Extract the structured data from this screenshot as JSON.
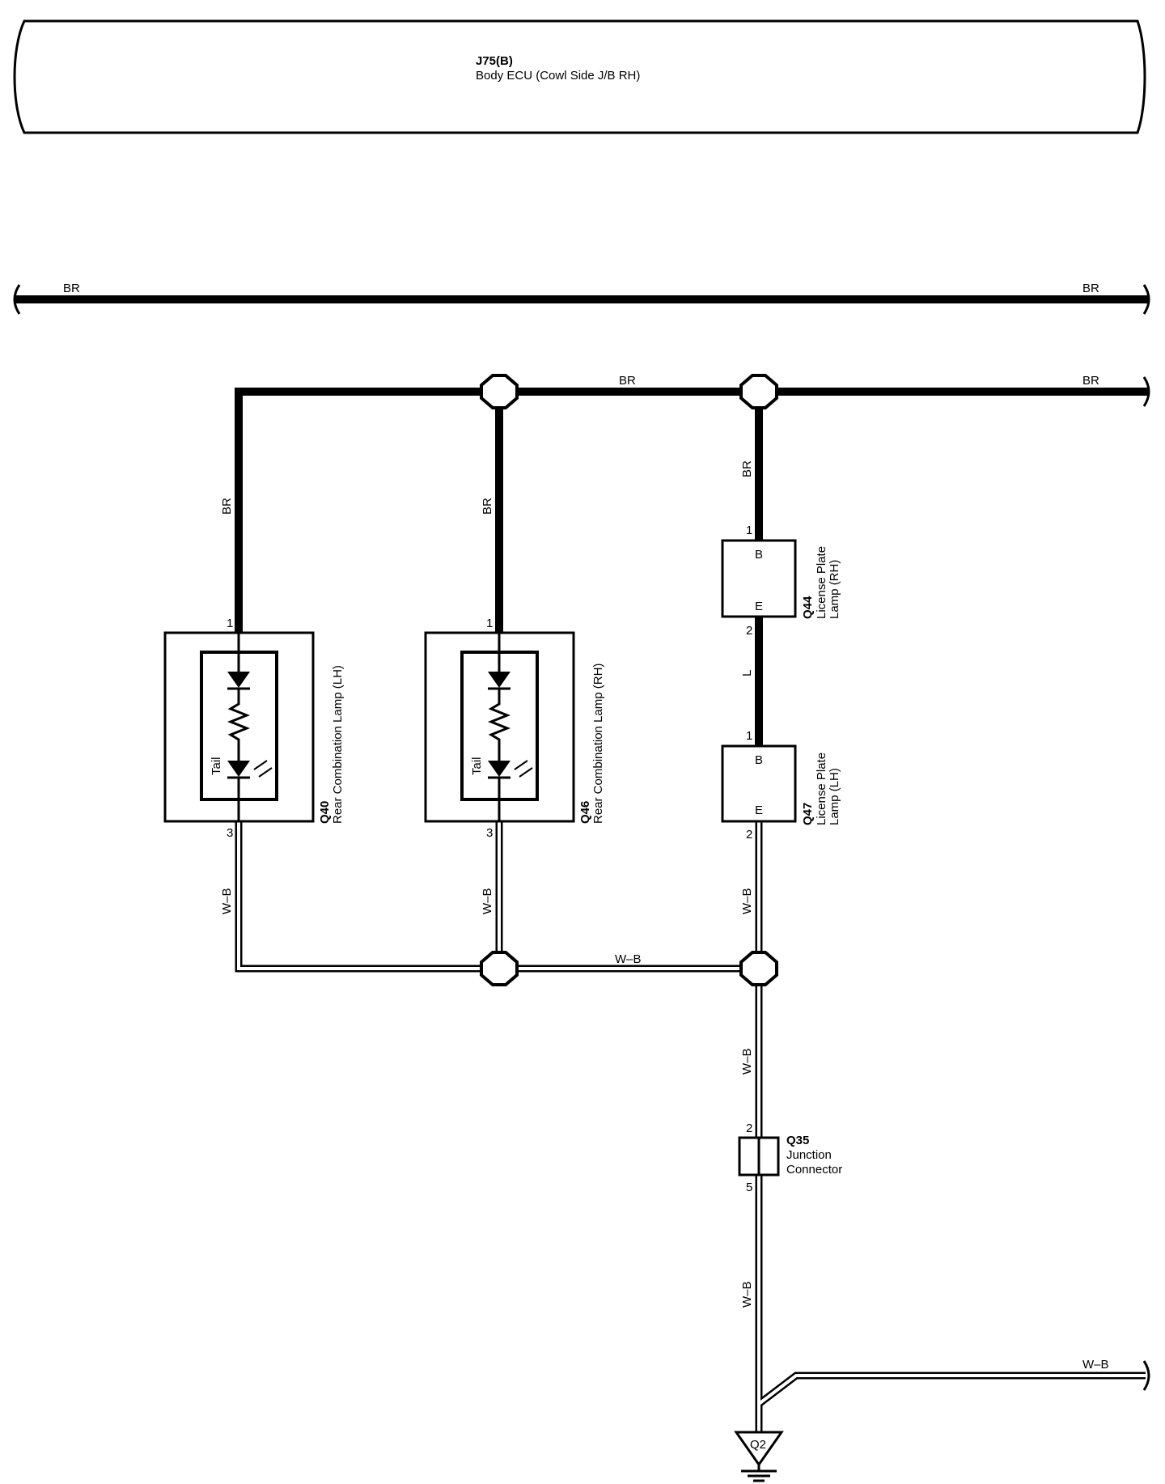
{
  "ecu": {
    "code": "J75(B)",
    "name": "Body ECU (Cowl Side J/B RH)"
  },
  "wire_colors": {
    "br": "BR",
    "wb": "W–B",
    "l": "L"
  },
  "components": {
    "q40": {
      "code": "Q40",
      "name": "Rear Combination Lamp (LH)",
      "element": "Tail",
      "pin_in": "1",
      "pin_out": "3"
    },
    "q46": {
      "code": "Q46",
      "name": "Rear Combination Lamp (RH)",
      "element": "Tail",
      "pin_in": "1",
      "pin_out": "3"
    },
    "q44": {
      "code": "Q44",
      "name_line1": "License Plate",
      "name_line2": "Lamp (RH)",
      "term_top": "B",
      "term_bottom": "E",
      "pin_in": "1",
      "pin_out": "2"
    },
    "q47": {
      "code": "Q47",
      "name_line1": "License Plate",
      "name_line2": "Lamp (LH)",
      "term_top": "B",
      "term_bottom": "E",
      "pin_in": "1",
      "pin_out": "2"
    },
    "q35": {
      "code": "Q35",
      "name_line1": "Junction",
      "name_line2": "Connector",
      "pin_in": "2",
      "pin_out": "5"
    },
    "q2": {
      "code": "Q2"
    }
  }
}
